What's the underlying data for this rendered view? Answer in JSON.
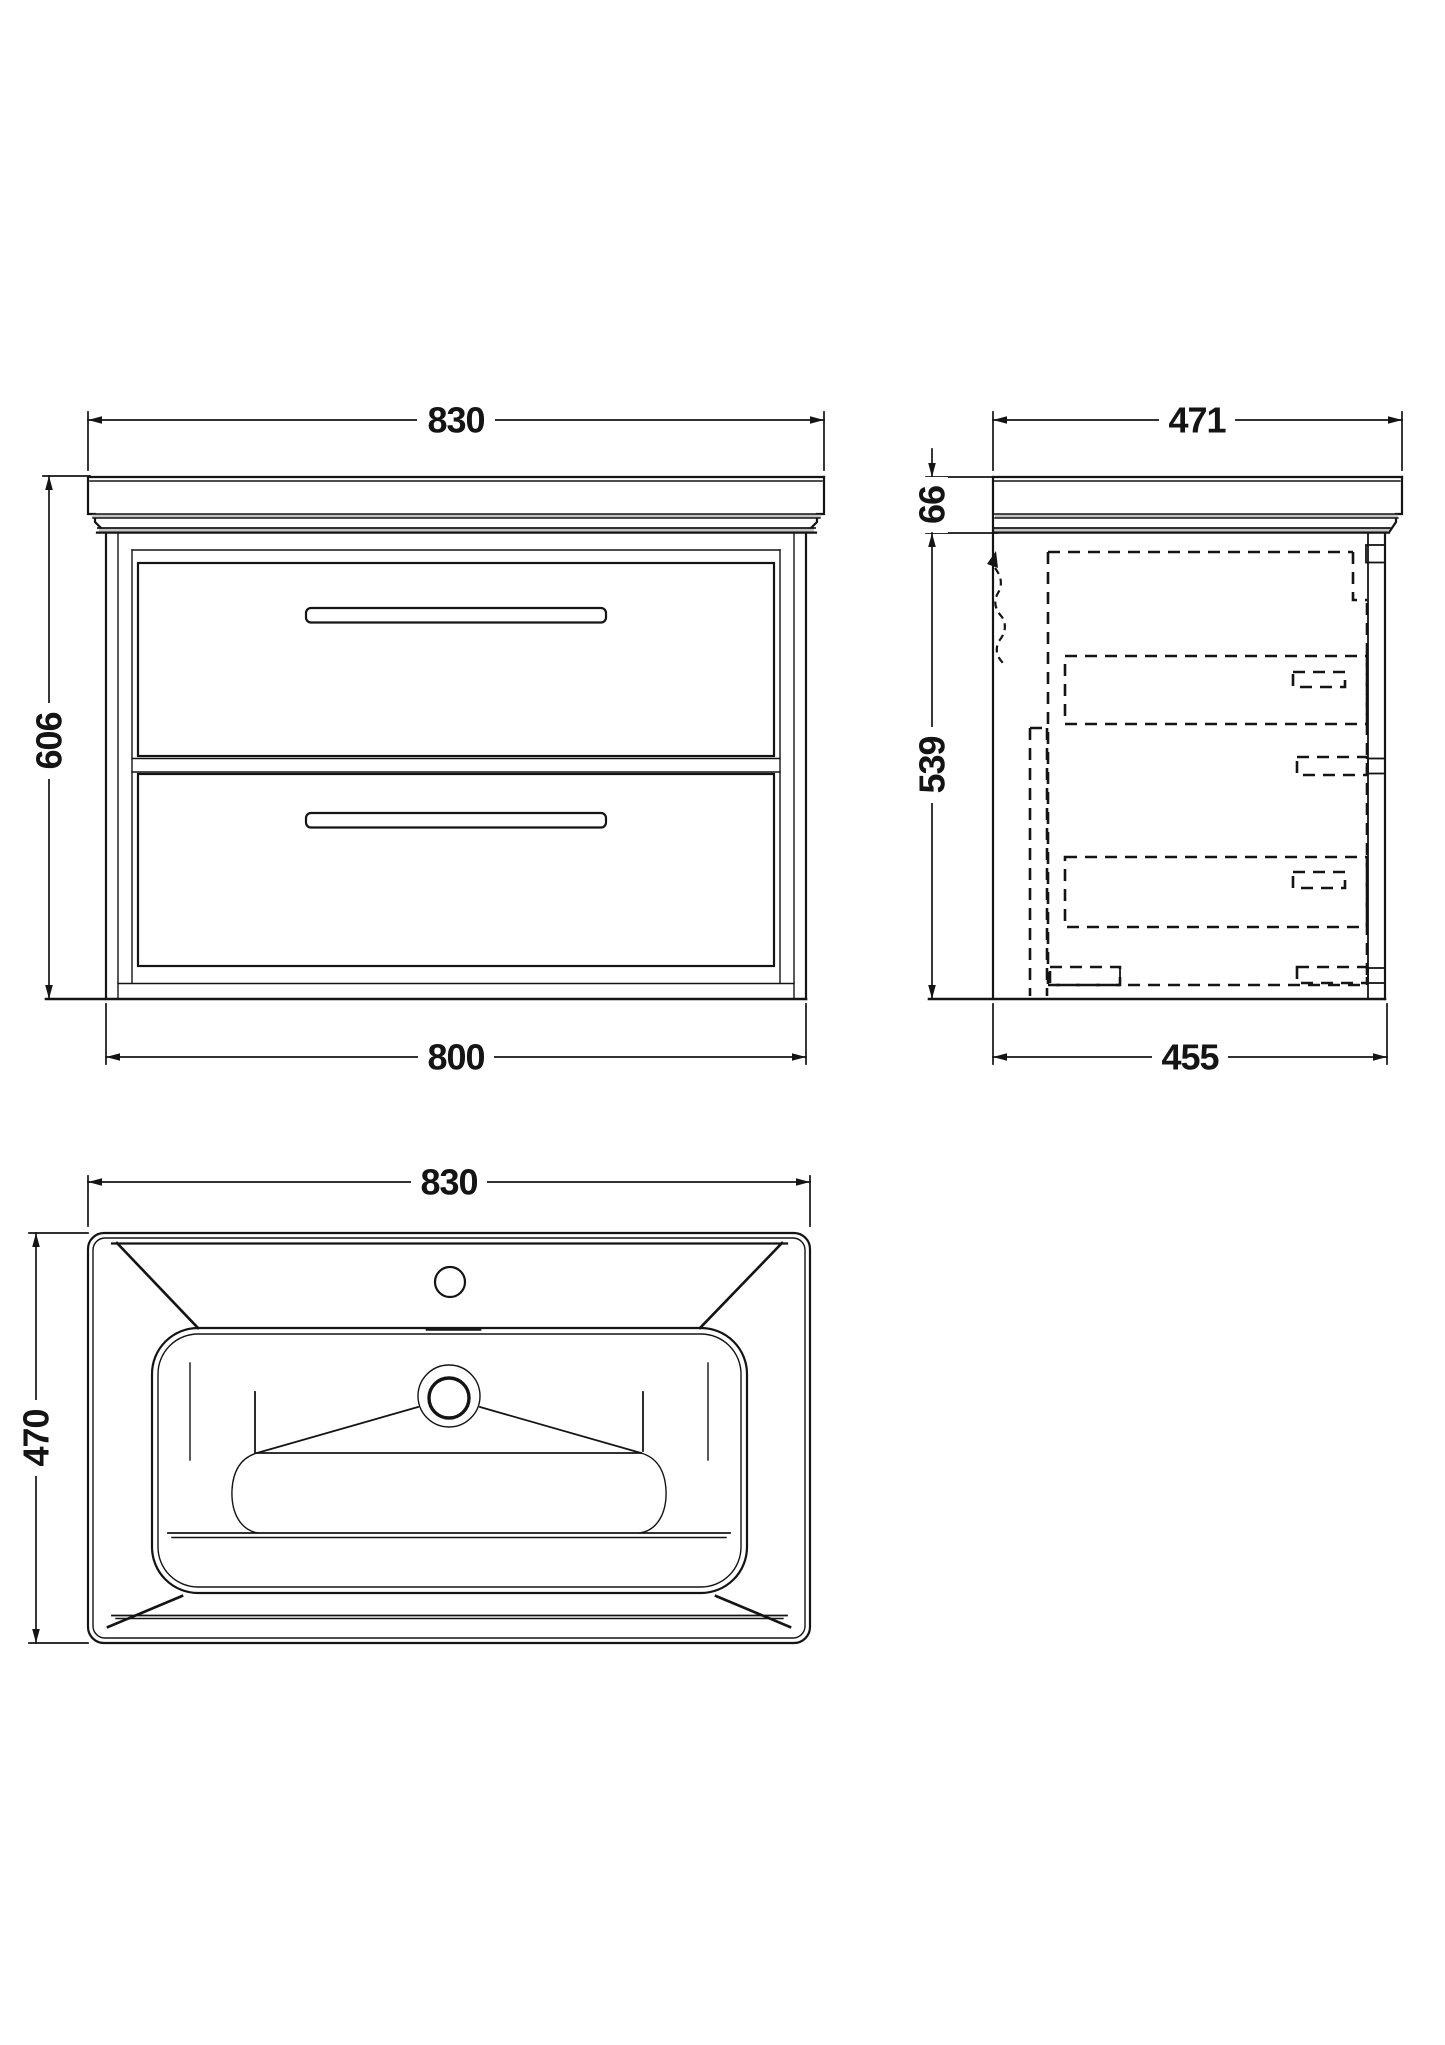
{
  "drawing": {
    "background_color": "#ffffff",
    "line_color": "#141414",
    "views": {
      "front": {
        "dimensions": {
          "width_top": "830",
          "height": "606",
          "width_bottom": "800"
        }
      },
      "side": {
        "dimensions": {
          "depth_top": "471",
          "worktop_height": "66",
          "cabinet_height": "539",
          "depth_bottom": "455"
        }
      },
      "plan": {
        "dimensions": {
          "width": "830",
          "depth": "470"
        }
      }
    }
  }
}
